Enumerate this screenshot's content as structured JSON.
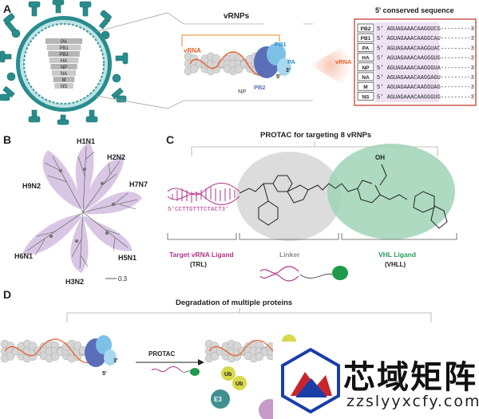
{
  "panels": {
    "a": "A",
    "b": "B",
    "c": "C",
    "d": "D"
  },
  "panel_a": {
    "segments": [
      "PA",
      "PB1",
      "PB2",
      "HA",
      "NP",
      "NA",
      "M",
      "NS"
    ],
    "vrnps_title": "vRNPs",
    "vrna_label": "vRNA",
    "pb1": "PB1",
    "pa": "PA",
    "np": "NP",
    "pb2": "PB2",
    "end5": "5'",
    "end3": "3'",
    "vrna_arrow_label": "vRNA",
    "seq_title": "5' conserved sequence",
    "seq_rows": [
      {
        "seg": "PB2",
        "seq": "5' AGUAGAAACAAGGUCG---------3'"
      },
      {
        "seg": "PB1",
        "seq": "5' AGUAGAAACAAGGCAU---------3'"
      },
      {
        "seg": "PA",
        "seq": "5' AGUAGAAACAAGGUAC---------3'"
      },
      {
        "seg": "HA",
        "seq": "5' AGUAGAAACAAGGGUG---------3'"
      },
      {
        "seg": "NP",
        "seq": "5' AGUAGAAACAAGGGUA---------3'"
      },
      {
        "seg": "NA",
        "seq": "5' AGUAGAAACAAGGAGU---------3'"
      },
      {
        "seg": "M",
        "seq": "5' AGUAGAAACAAGGUAG---------3'"
      },
      {
        "seg": "NS",
        "seq": "5' AGUAGAAACAAGGGUG---------3'"
      }
    ]
  },
  "panel_b": {
    "subtypes": [
      "H1N1",
      "H2N2",
      "H7N7",
      "H9N2",
      "H6N1",
      "H5N1",
      "H3N2"
    ],
    "scale": "0.3"
  },
  "panel_c": {
    "title": "PROTAC for targeting 8 vRNPs",
    "rna_seq": "5'CCTTGTTTCTACT3'",
    "oh": "OH",
    "trl": "Target vRNA Ligand",
    "trl_abbr": "(TRL)",
    "linker": "Linker",
    "vhl": "VHL Ligand",
    "vhl_abbr": "(VHLL)"
  },
  "panel_d": {
    "title": "Degradation of multiple proteins",
    "protac": "PROTAC",
    "end5": "5'",
    "end3": "3'",
    "ub": "Ub",
    "e3": "E3"
  },
  "watermark": {
    "cn": "芯域矩阵",
    "url": "zzslyyxcfy.com"
  },
  "colors": {
    "virus_teal": "#2a8c8c",
    "vrna_orange": "#e8602c",
    "rna_magenta": "#b0338a",
    "linker_grey": "#dcdcdc",
    "vhl_green": "#9fd3b5",
    "purple_tree": "#d9c6e4",
    "accent_red": "#c0302a"
  }
}
